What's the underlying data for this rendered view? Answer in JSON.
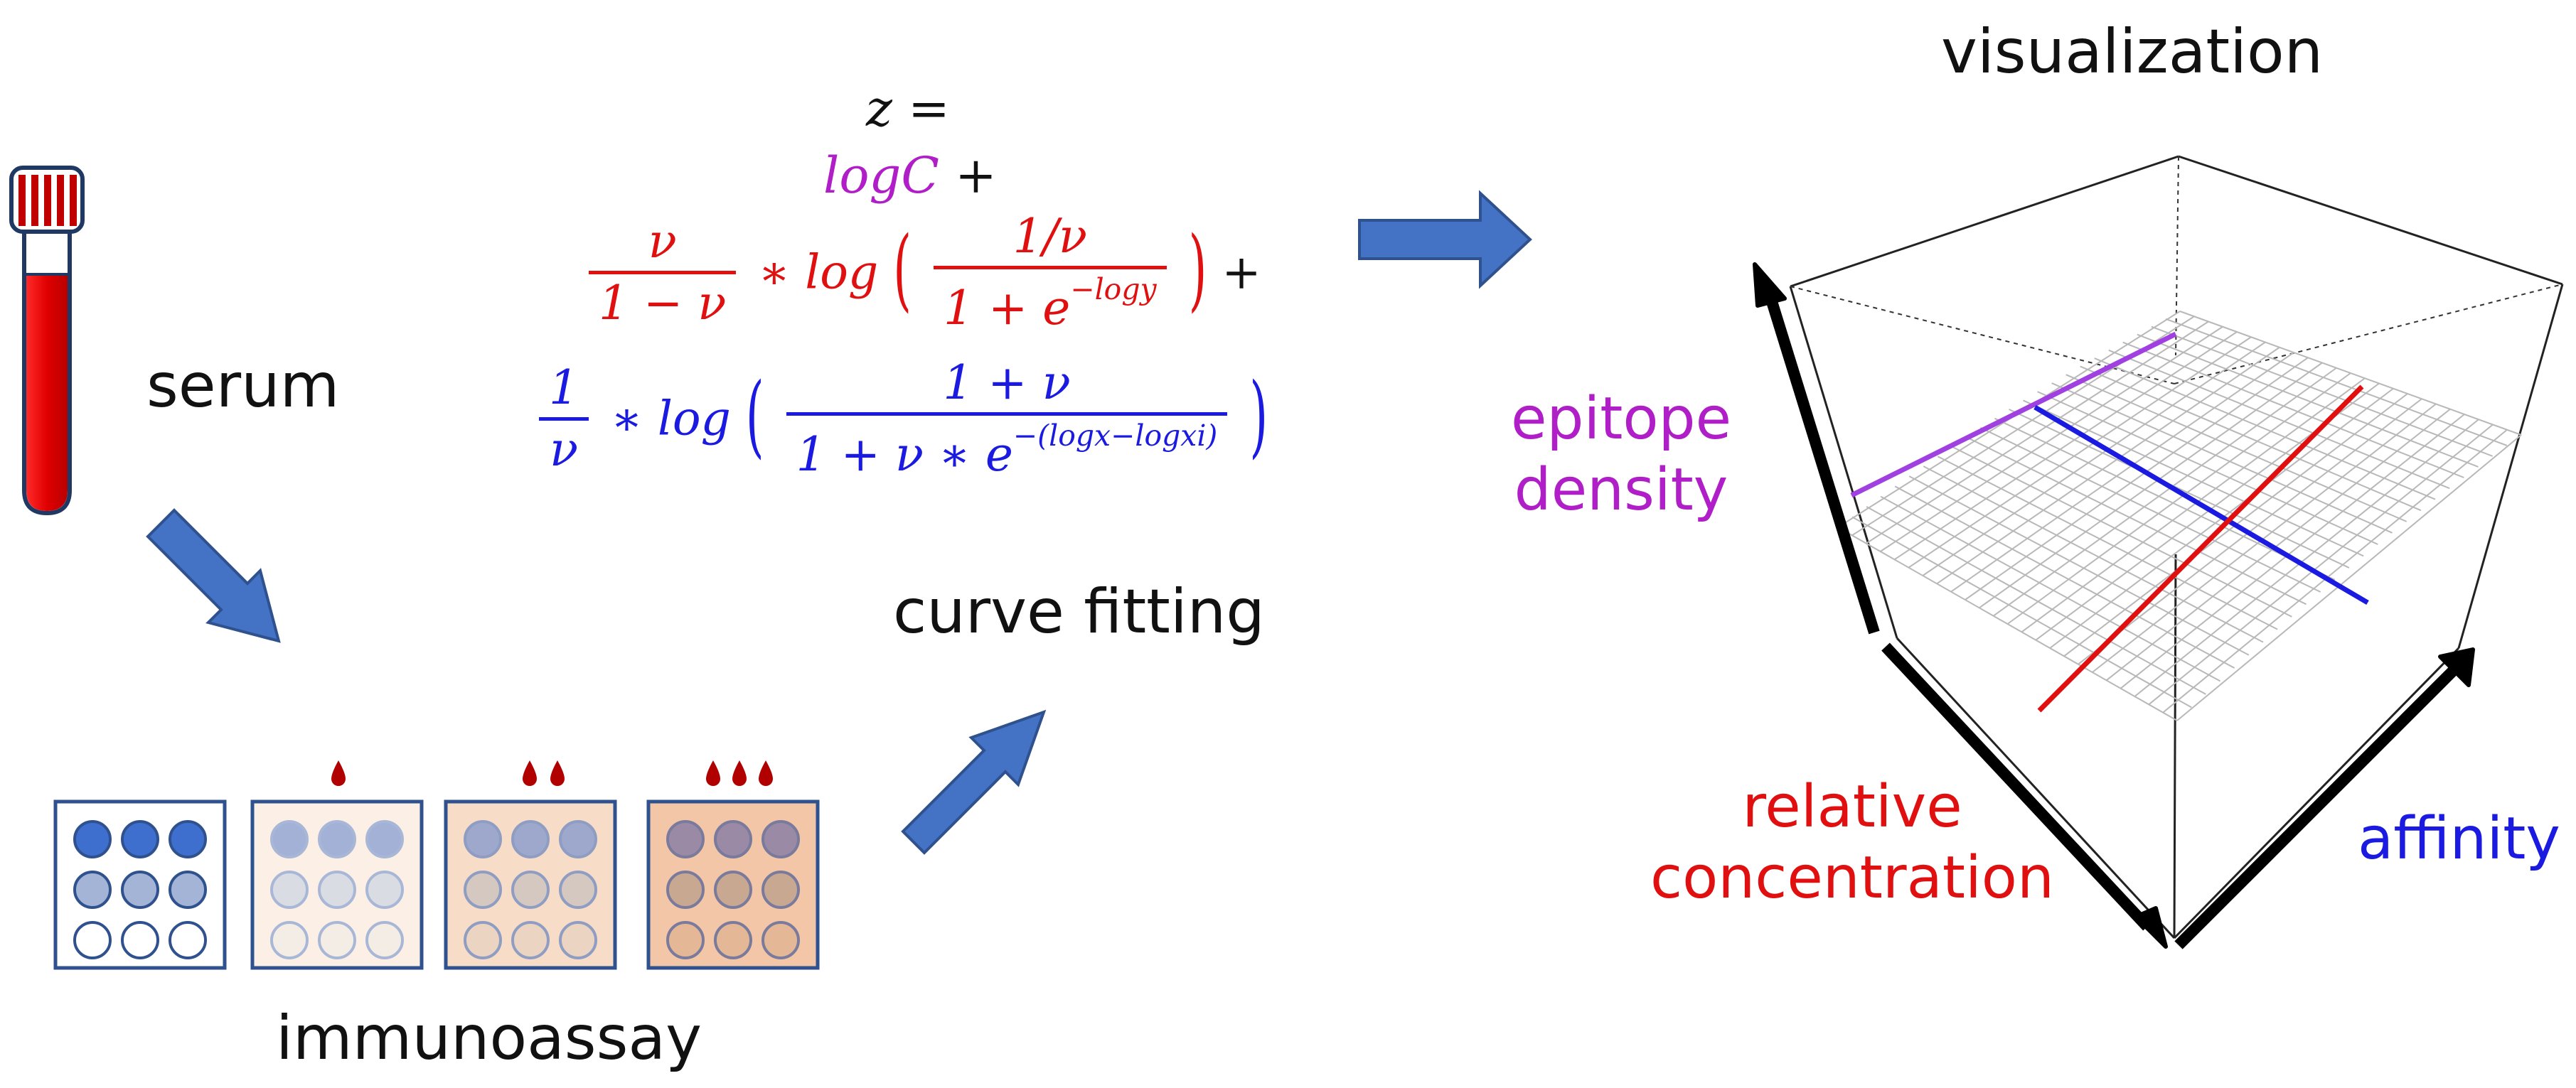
{
  "colors": {
    "black": "#111111",
    "purple": "#b01ec8",
    "red": "#e01010",
    "blue": "#1a1ae0",
    "arrow_blue": "#4472c4",
    "blood_red": "#e00000",
    "tube_outline": "#1f3864",
    "well_dark": "#3f6fce",
    "plate_border": "#2f528f"
  },
  "labels": {
    "serum": "serum",
    "immunoassay": "immunoassay",
    "curve_fitting": "curve fitting",
    "visualization": "visualization",
    "epitope_density": [
      "epitope",
      "density"
    ],
    "relative_concentration": [
      "relative",
      "concentration"
    ],
    "affinity": "affinity"
  },
  "equation": {
    "line1": {
      "lhs": "z",
      "eq": "="
    },
    "line2": {
      "term": "logC",
      "op": "+"
    },
    "line3": {
      "frac_num": "ν",
      "frac_den": "1 − ν",
      "mul": "∗ log",
      "inner_num": "1/ν",
      "inner_den_base": "1 + e",
      "inner_den_exp": "−logy",
      "op": "+"
    },
    "line4": {
      "frac_num": "1",
      "frac_den": "ν",
      "mul": "∗ log",
      "inner_num": "1 + ν",
      "inner_den_base": "1 + ν ∗ e",
      "inner_den_exp": "−(logx−logxi)"
    }
  },
  "icons": [
    "blood-tube-icon",
    "well-plate-icon",
    "blood-drop-icon",
    "process-arrow-icon",
    "3d-surface-plot-icon"
  ]
}
